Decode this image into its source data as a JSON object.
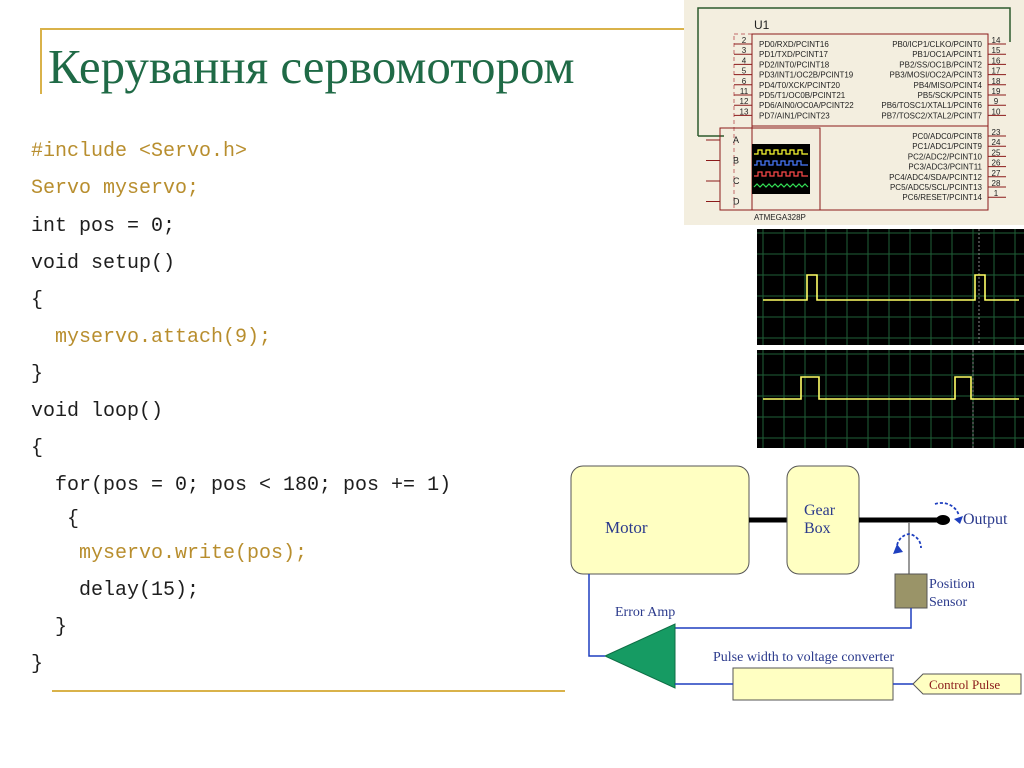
{
  "slide": {
    "title": "Керування сервомотором"
  },
  "code": {
    "lines": [
      "#include <Servo.h>",
      "Servo myservo;",
      "int pos = 0;",
      "void setup()",
      "{",
      "  myservo.attach(9);",
      "}",
      "void loop()",
      "{",
      "  for(pos = 0; pos < 180; pos += 1)",
      "   {",
      "    myservo.write(pos);",
      "    delay(15);",
      "  }",
      "}"
    ]
  },
  "schematic": {
    "ref": "U1",
    "chip": "ATMEGA328P",
    "left_pins": [
      {
        "num": "2",
        "name": "PD0/RXD/PCINT16"
      },
      {
        "num": "3",
        "name": "PD1/TXD/PCINT17"
      },
      {
        "num": "4",
        "name": "PD2/INT0/PCINT18"
      },
      {
        "num": "5",
        "name": "PD3/INT1/OC2B/PCINT19"
      },
      {
        "num": "6",
        "name": "PD4/T0/XCK/PCINT20"
      },
      {
        "num": "11",
        "name": "PD5/T1/OC0B/PCINT21"
      },
      {
        "num": "12",
        "name": "PD6/AIN0/OC0A/PCINT22"
      },
      {
        "num": "13",
        "name": "PD7/AIN1/PCINT23"
      }
    ],
    "right_pins_top": [
      {
        "num": "14",
        "name": "PB0/ICP1/CLKO/PCINT0"
      },
      {
        "num": "15",
        "name": "PB1/OC1A/PCINT1"
      },
      {
        "num": "16",
        "name": "PB2/SS/OC1B/PCINT2"
      },
      {
        "num": "17",
        "name": "PB3/MOSI/OC2A/PCINT3"
      },
      {
        "num": "18",
        "name": "PB4/MISO/PCINT4"
      },
      {
        "num": "19",
        "name": "PB5/SCK/PCINT5"
      },
      {
        "num": "9",
        "name": "PB6/TOSC1/XTAL1/PCINT6"
      },
      {
        "num": "10",
        "name": "PB7/TOSC2/XTAL2/PCINT7"
      }
    ],
    "right_pins_bottom": [
      {
        "num": "23",
        "name": "PC0/ADC0/PCINT8"
      },
      {
        "num": "24",
        "name": "PC1/ADC1/PCINT9"
      },
      {
        "num": "25",
        "name": "PC2/ADC2/PCINT10"
      },
      {
        "num": "26",
        "name": "PC3/ADC3/PCINT11"
      },
      {
        "num": "27",
        "name": "PC4/ADC4/SDA/PCINT12"
      },
      {
        "num": "28",
        "name": "PC5/ADC5/SCL/PCINT13"
      },
      {
        "num": "1",
        "name": "PC6/RESET/PCINT14"
      }
    ],
    "scope_channels": [
      "A",
      "B",
      "C",
      "D"
    ]
  },
  "diagram": {
    "motor": "Motor",
    "gear_line1": "Gear",
    "gear_line2": "Box",
    "output": "Output",
    "sensor_line1": "Position",
    "sensor_line2": "Sensor",
    "error_amp": "Error Amp",
    "converter": "Pulse width to voltage converter",
    "control_pulse": "Control Pulse"
  },
  "colors": {
    "title": "#1f6a46",
    "code_gold": "#b88e2e",
    "code_black": "#1e1e1e",
    "accent_line": "#d9b24a",
    "scope_trace": "#ffff66",
    "scope_grid": "#1f5f37",
    "schematic_bg": "#f3eedf",
    "schematic_wire": "#8b1a1a",
    "diagram_box": "#ffffc2",
    "diagram_wire": "#1e3fbf",
    "amp_fill": "#169b63",
    "sensor_fill": "#9a9468"
  }
}
